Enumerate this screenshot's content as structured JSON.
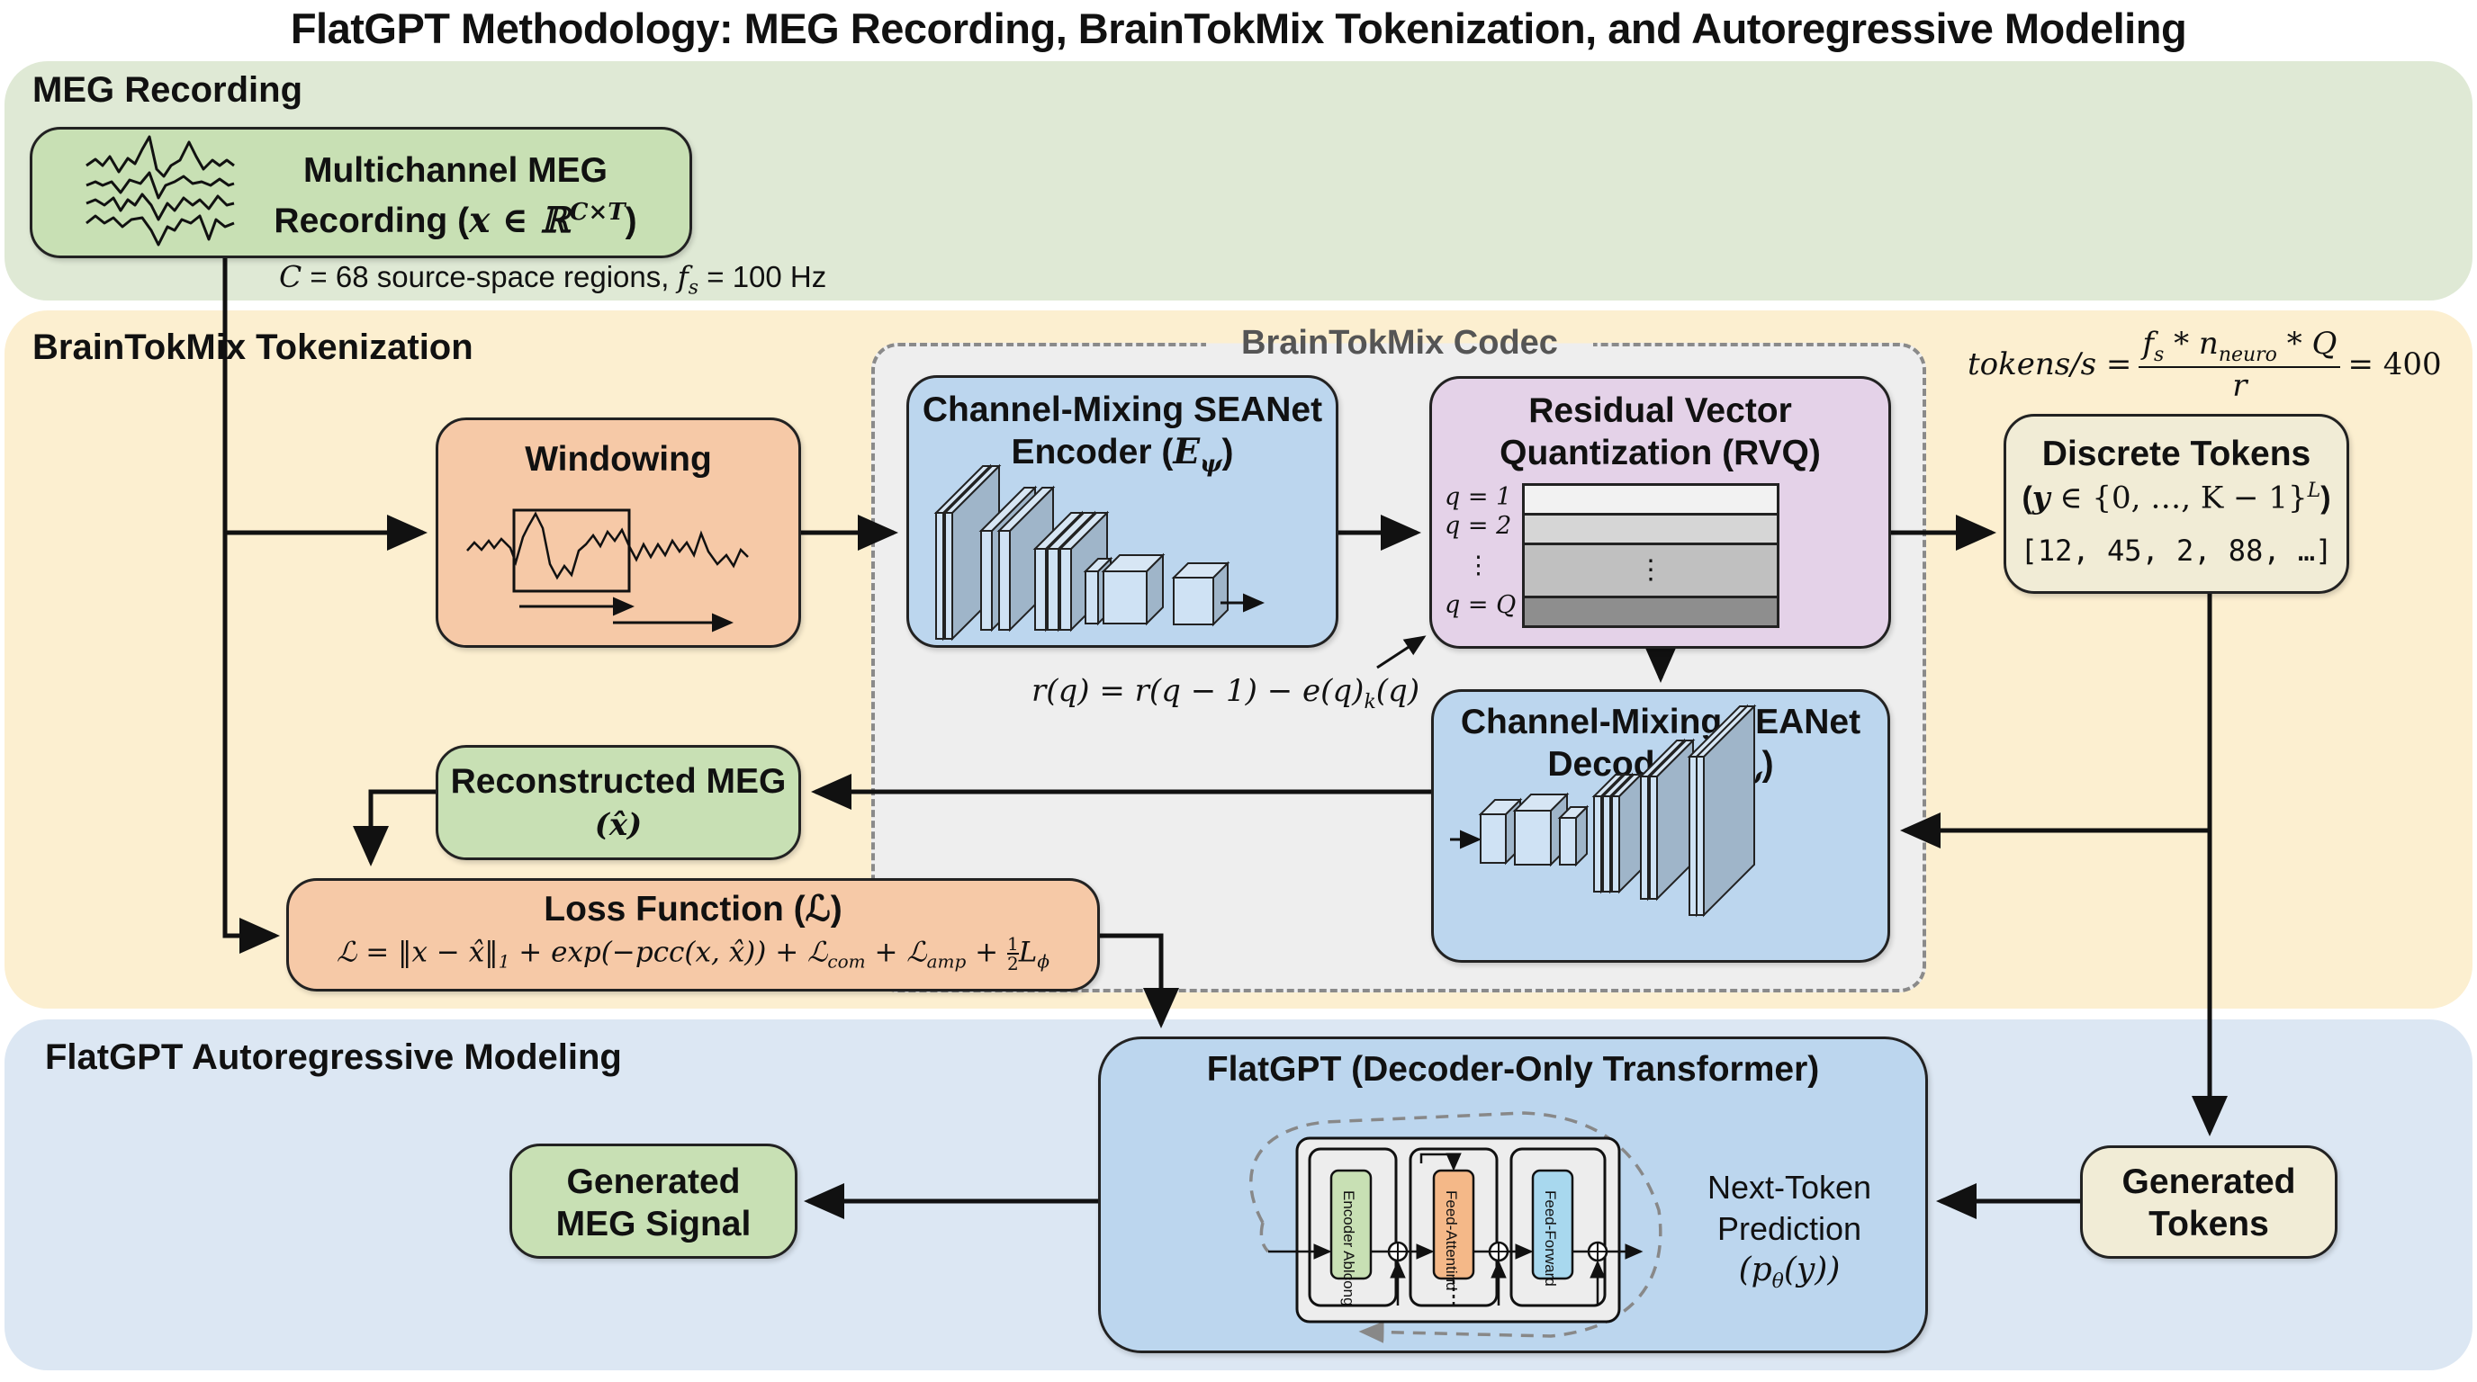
{
  "title": "FlatGPT Methodology: MEG Recording, BrainTokMix Tokenization, and Autoregressive Modeling",
  "colors": {
    "section_recording": "#dfe9d5",
    "section_tokenization": "#fcefd0",
    "section_autoregressive": "#dce7f3",
    "codec_bg": "#eeeeee",
    "green_box": "#c8e0b4",
    "orange_box": "#f6c9a7",
    "blue_box": "#bcd6ee",
    "purple_box": "#e4d2e8",
    "cream_box": "#f1ecd6"
  },
  "sections": {
    "recording": {
      "label": "MEG Recording",
      "meg_box": {
        "title_line1": "Multichannel MEG",
        "title_line2": "Recording (",
        "math": "x ∈ ℝ",
        "sup": "C×T",
        "close": ")"
      },
      "note_c": "C",
      "note_mid": " = 68 source-space regions, ",
      "note_fs": "f",
      "note_fs_sub": "s",
      "note_end": " = 100 Hz"
    },
    "tokenization": {
      "label": "BrainTokMix Tokenization",
      "windowing": {
        "title": "Windowing"
      },
      "codec": {
        "label": "BrainTokMix Codec",
        "encoder": {
          "line1": "Channel-Mixing SEANet",
          "line2": "Encoder (",
          "sym": "E",
          "sub": "ψ",
          "close": ")"
        },
        "rvq": {
          "line1": "Residual Vector",
          "line2": "Quantization (RVQ)",
          "levels": [
            "q = 1",
            "q = 2",
            "⋮",
            "q = Q"
          ],
          "ellipsis": "⋮"
        },
        "residual_formula": "r(q) = r(q − 1) − e(q)",
        "residual_sub": "k",
        "residual_end": "(q)",
        "decoder": {
          "line1": "Channel-Mixing SEANet",
          "line2": "Decoder (",
          "sym": "D",
          "sub": "ψ",
          "close": ")"
        }
      },
      "rate_formula": {
        "lhs": "tokens/s =",
        "numerator_fs": "f",
        "numerator_fs_sub": "s",
        "numerator_mid": " * n",
        "numerator_n_sub": "neuro",
        "numerator_end": " * Q",
        "denominator": "r",
        "rhs": "= 400"
      },
      "discrete_tokens": {
        "title": "Discrete Tokens",
        "set_open": "(",
        "set_y": "y",
        "set_mid": " ∈ {0, …, K − 1}",
        "set_sup": "L",
        "set_close": ")",
        "example": "[12, 45, 2, 88, …]"
      },
      "reconstructed": {
        "title": "Reconstructed MEG",
        "symbol": "(x̂)"
      },
      "loss": {
        "title": "Loss Function (ℒ)",
        "formula_a": "ℒ = ‖x − x̂‖",
        "formula_a_sub": "1",
        "formula_b": " + exp(−pcc(x, x̂)) + ℒ",
        "formula_com": "com",
        "formula_c": " + ℒ",
        "formula_amp": "amp",
        "formula_d": " + ",
        "frac_num": "1",
        "frac_den": "2",
        "formula_e": "L",
        "formula_phi": "ϕ"
      }
    },
    "autoregressive": {
      "label": "FlatGPT Autoregressive Modeling",
      "flatgpt": {
        "title": "FlatGPT (Decoder-Only Transformer)",
        "blocks": [
          "Encoder Ablcong",
          "Feed-Attentind",
          "Feed-Forward"
        ],
        "prediction_line1": "Next-Token",
        "prediction_line2": "Prediction",
        "prediction_math": "(p",
        "prediction_sub": "θ",
        "prediction_end": "(y))"
      },
      "generated_meg": {
        "line1": "Generated",
        "line2": "MEG Signal"
      },
      "generated_tokens": {
        "line1": "Generated",
        "line2": "Tokens"
      }
    }
  }
}
